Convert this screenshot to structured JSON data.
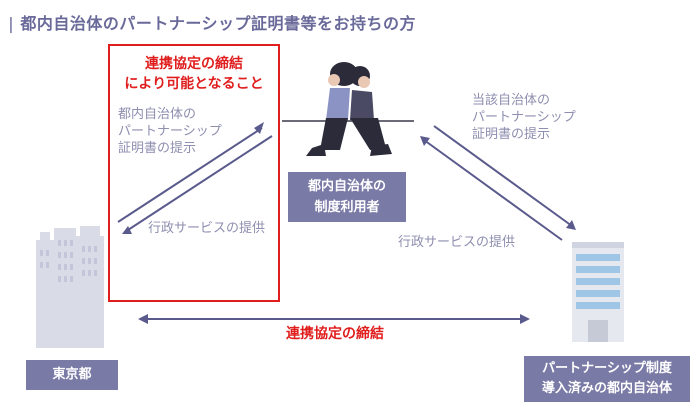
{
  "header": {
    "title": "都内自治体のパートナーシップ証明書等をお持ちの方"
  },
  "diagram": {
    "cooperation_note_line1": "連携協定の締結",
    "cooperation_note_line2": "により可能となること",
    "left_arrow_up_label": [
      "都内自治体の",
      "パートナーシップ",
      "証明書の提示"
    ],
    "left_arrow_down_label": "行政サービスの提供",
    "right_arrow_up_label": [
      "当該自治体の",
      "パートナーシップ",
      "証明書の提示"
    ],
    "right_arrow_down_label": "行政サービスの提供",
    "center_person_label": [
      "都内自治体の",
      "制度利用者"
    ],
    "bottom_agreement_label": "連携協定の締結",
    "left_entity_label": "東京都",
    "right_entity_label": [
      "パートナーシップ制度",
      "導入済みの都内自治体"
    ]
  },
  "colors": {
    "accent_red": "#e01e1e",
    "label_purple": "#7a7aa6",
    "text_gray": "#8e8eb0",
    "title_purple": "#6a6a9a"
  }
}
